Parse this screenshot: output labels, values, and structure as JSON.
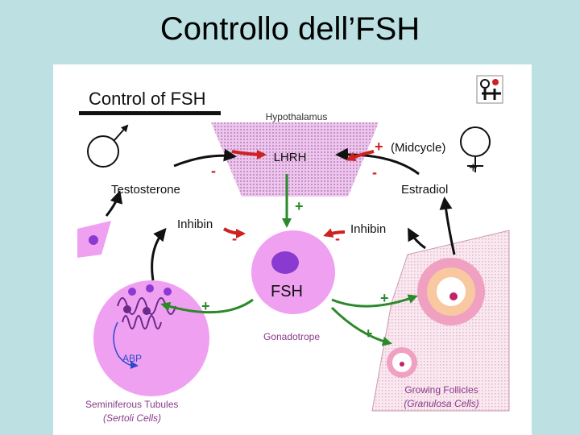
{
  "slide": {
    "title": "Controllo dell’FSH"
  },
  "diagram": {
    "heading": "Control of FSH",
    "hypothalamus": "Hypothalamus",
    "lhrh": "LHRH",
    "midcycle": "(Midcycle)",
    "testosterone": "Testosterone",
    "estradiol": "Estradiol",
    "inhibin_left": "Inhibin",
    "inhibin_right": "Inhibin",
    "fsh": "FSH",
    "gonadotrope": "Gonadotrope",
    "abp": "ABP",
    "seminiferous": "Seminiferous Tubules",
    "sertoli": "(Sertoli Cells)",
    "growing": "Growing Follicles",
    "granulosa": "(Granulosa Cells)",
    "plus": "+",
    "minus": "-"
  },
  "colors": {
    "background": "#bde1e3",
    "cell_pink": "#f0a0f0",
    "nucleus_purple": "#8a3ad0",
    "hypothalamus": "#f0d2f0",
    "red_arrow": "#cc2222",
    "green_arrow": "#2a8a2a",
    "black_arrow": "#111111"
  }
}
